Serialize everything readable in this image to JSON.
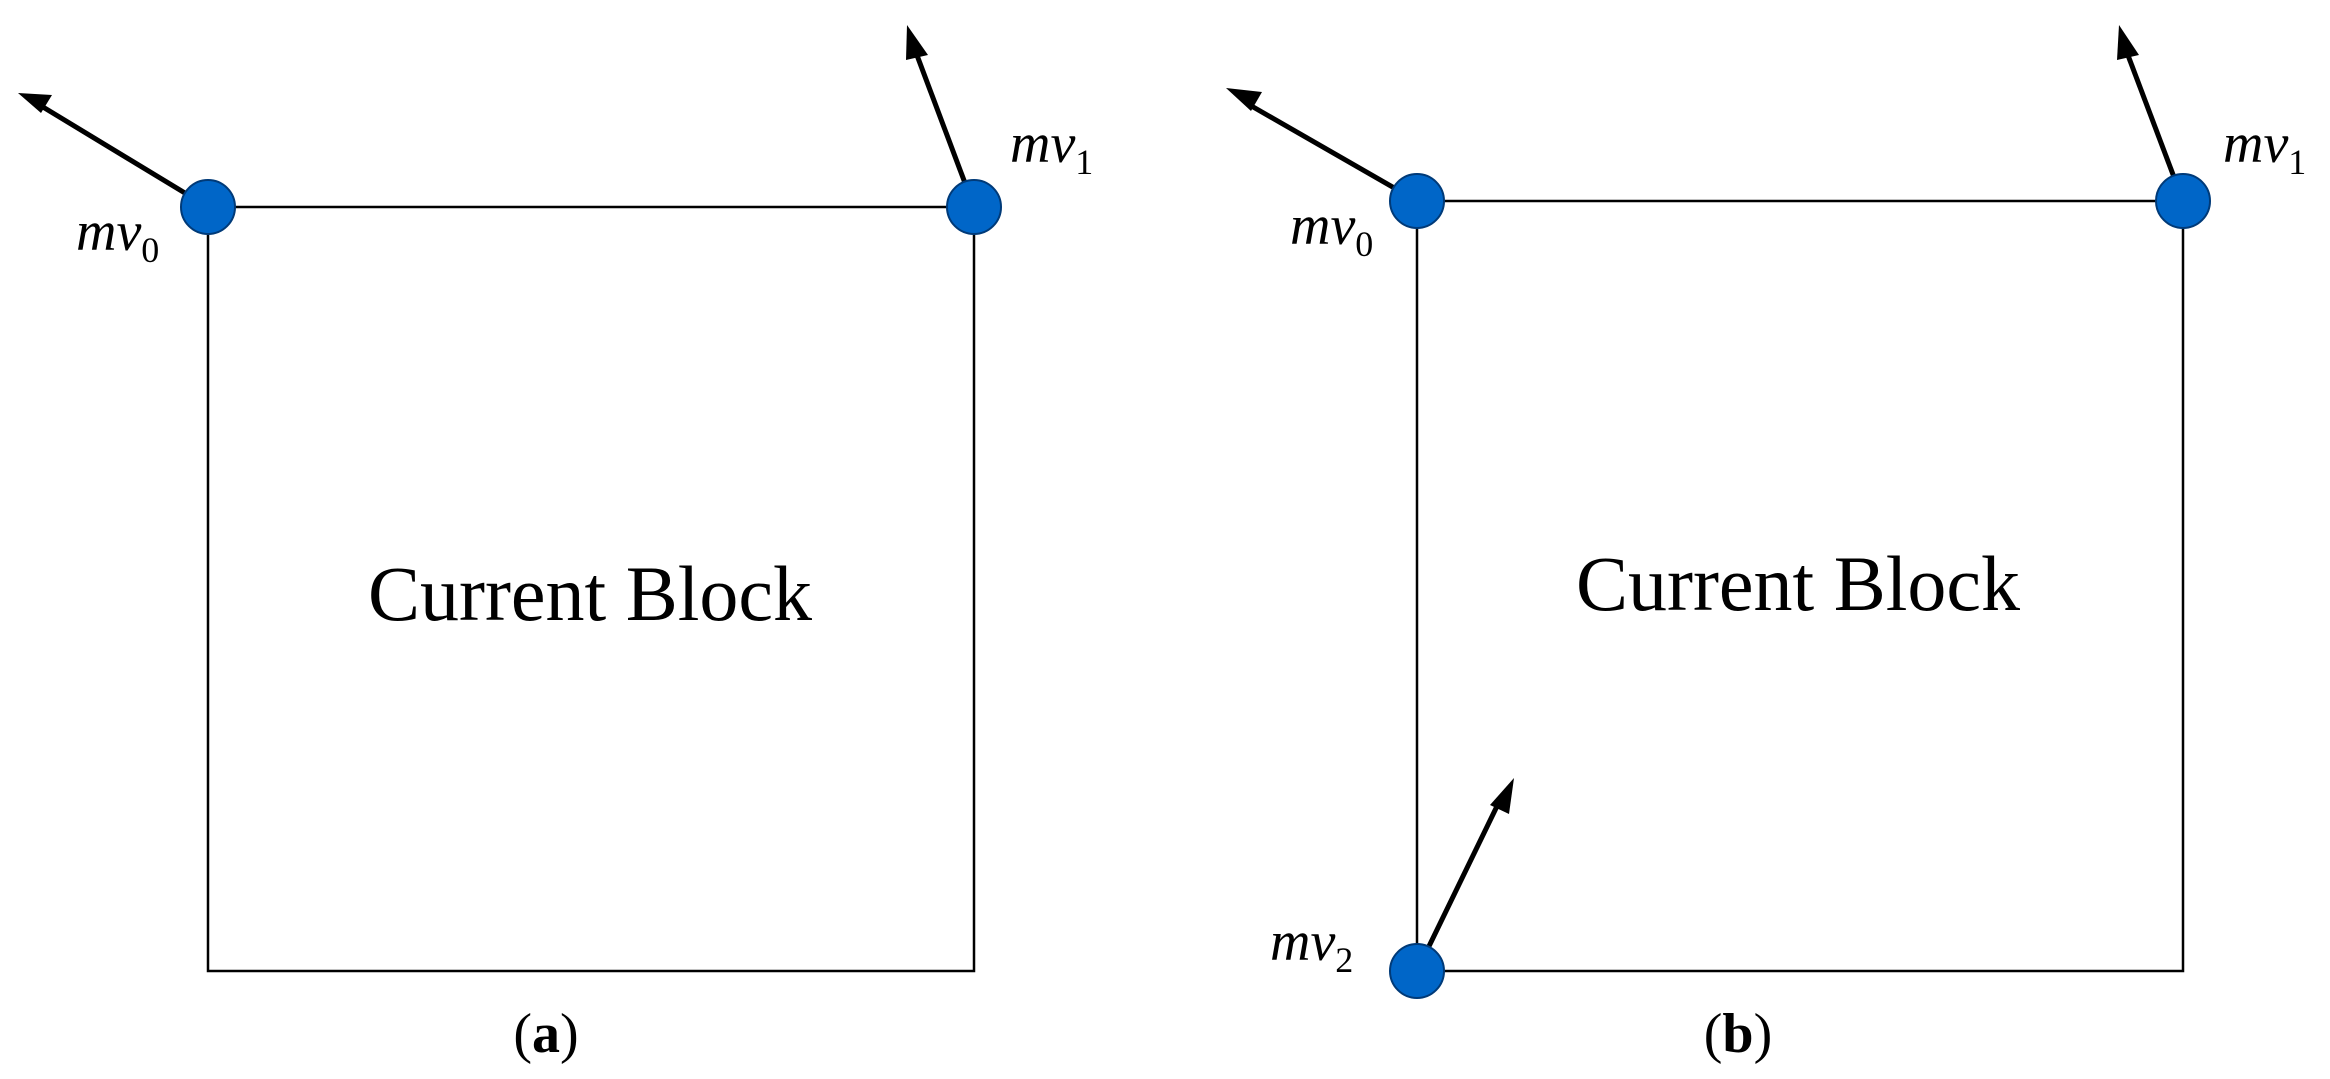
{
  "diagram": {
    "colors": {
      "control_point": "#0066C8",
      "line": "#000000"
    },
    "panels": [
      {
        "id": "a",
        "block_label": "Current Block",
        "caption_letter": "a",
        "control_points": [
          {
            "base": "mv",
            "sub": "0"
          },
          {
            "base": "mv",
            "sub": "1"
          }
        ]
      },
      {
        "id": "b",
        "block_label": "Current Block",
        "caption_letter": "b",
        "control_points": [
          {
            "base": "mv",
            "sub": "0"
          },
          {
            "base": "mv",
            "sub": "1"
          },
          {
            "base": "mv",
            "sub": "2"
          }
        ]
      }
    ]
  }
}
